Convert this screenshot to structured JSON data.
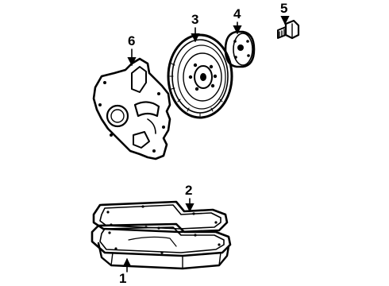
{
  "diagram": {
    "parts": [
      {
        "callout": "1"
      },
      {
        "callout": "2"
      },
      {
        "callout": "3"
      },
      {
        "callout": "4"
      },
      {
        "callout": "5"
      },
      {
        "callout": "6"
      }
    ]
  }
}
